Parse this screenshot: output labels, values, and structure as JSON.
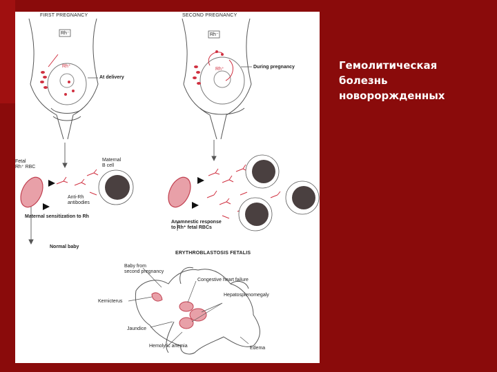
{
  "slide": {
    "title": "Гемолитическая\nболезнь\nновороржденных"
  },
  "figure": {
    "first_pregnancy": "FIRST PREGNANCY",
    "second_pregnancy": "SECOND PREGNANCY",
    "rh_neg_1": "Rh⁻",
    "rh_neg_2": "Rh⁻",
    "rh_pos_1": "Rh⁺",
    "rh_pos_2": "Rh⁺",
    "at_delivery": "At delivery",
    "during_pregnancy": "During pregnancy",
    "fetal_rbc": "Fetal\nRh⁺ RBC",
    "maternal_b_cell": "Maternal\nB cell",
    "anti_rh": "Anti-Rh\nantibodies",
    "maternal_sensitization": "Maternal sensitization to Rh",
    "normal_baby": "Normal baby",
    "anamnestic": "Anamnestic response\nto Rh⁺ fetal RBCs",
    "erythroblastosis": "ERYTHROBLASTOSIS FETALIS",
    "baby_from": "Baby from\nsecond pregnancy",
    "chf": "Congestive heart failure",
    "hepatosplenomegaly": "Hepatosplenomegaly",
    "kernicterus": "Kernicterus",
    "jaundice": "Jaundice",
    "hemolytic_anemia": "Hemolytic anemia",
    "edema": "Edema"
  },
  "colors": {
    "background": "#8a0b0b",
    "panel": "#ffffff",
    "accent_red": "#d03040",
    "rbc_pink": "#e8a0a8",
    "b_cell": "#4a4040"
  }
}
